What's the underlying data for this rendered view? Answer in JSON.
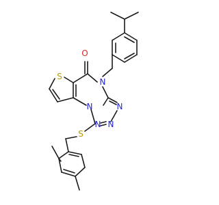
{
  "molecule": {
    "colors": {
      "bond": "#1a1a1a",
      "N": "#2424d6",
      "O": "#e2261c",
      "S": "#b59a00",
      "background": "#ffffff"
    },
    "atom_labels": {
      "carbonyl_O": "O",
      "thiophene_S": "S",
      "ring_N4": "N",
      "ring_N9": "N",
      "triazole_N1": "N",
      "triazole_N2": "N",
      "triazole_N3": "N",
      "thioether_S": "S"
    }
  }
}
